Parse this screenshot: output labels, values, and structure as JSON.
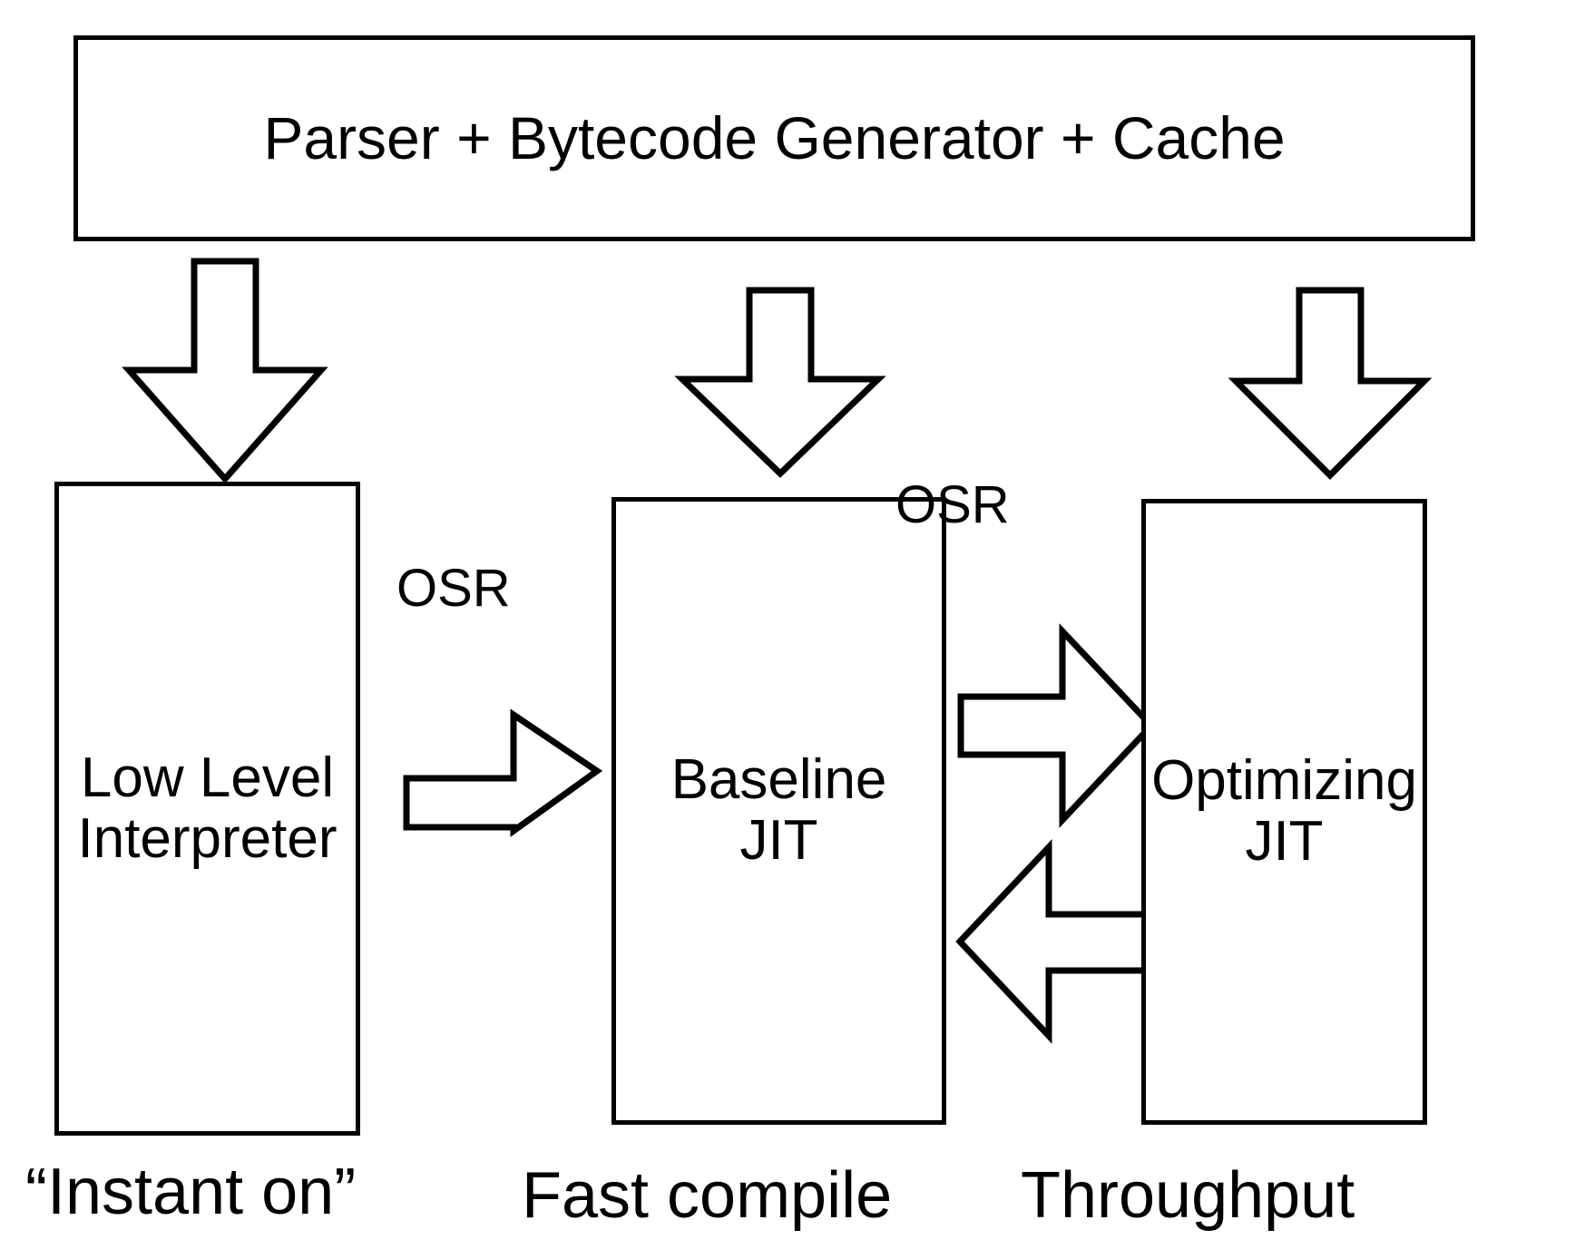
{
  "diagram": {
    "title_box": {
      "label": "Parser + Bytecode Generator + Cache"
    },
    "tiers": [
      {
        "id": "low-level-interpreter",
        "label": "Low Level\nInterpreter",
        "caption": "“Instant on”"
      },
      {
        "id": "baseline-jit",
        "label": "Baseline\nJIT",
        "caption": "Fast compile"
      },
      {
        "id": "optimizing-jit",
        "label": "Optimizing\nJIT",
        "caption": "Throughput"
      }
    ],
    "transition_labels": {
      "osr_interpreter_to_baseline": "OSR",
      "osr_baseline_to_optimizing": "OSR"
    },
    "arrows": {
      "down_to_interpreter": "down-arrow",
      "down_to_baseline": "down-arrow",
      "down_to_optimizing": "down-arrow",
      "interpreter_to_baseline": "right-arrow",
      "baseline_to_optimizing": "right-arrow",
      "optimizing_to_baseline": "left-arrow"
    },
    "colors": {
      "stroke": "#000000",
      "fill": "#ffffff",
      "background": "#ffffff"
    }
  }
}
